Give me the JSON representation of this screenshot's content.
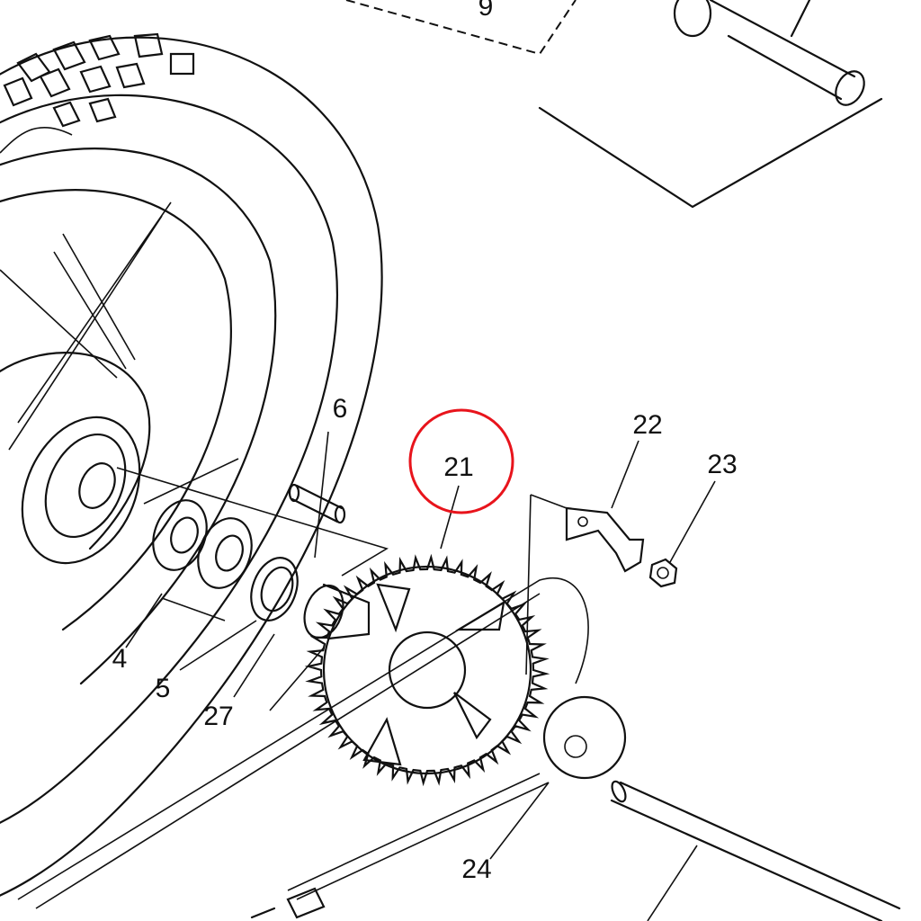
{
  "diagram": {
    "highlight_color": "#e8141c",
    "highlighted_part": "21",
    "callouts": [
      {
        "id": "9",
        "label": "9"
      },
      {
        "id": "6",
        "label": "6"
      },
      {
        "id": "21",
        "label": "21"
      },
      {
        "id": "22",
        "label": "22"
      },
      {
        "id": "23",
        "label": "23"
      },
      {
        "id": "4",
        "label": "4"
      },
      {
        "id": "5",
        "label": "5"
      },
      {
        "id": "27",
        "label": "27"
      },
      {
        "id": "24",
        "label": "24"
      }
    ]
  }
}
